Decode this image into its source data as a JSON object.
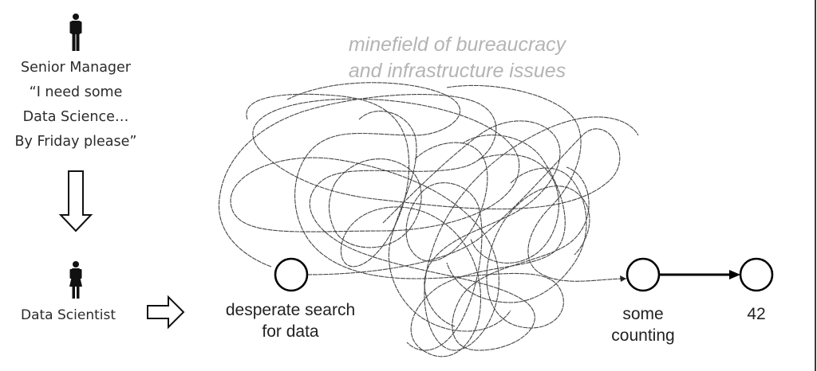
{
  "diagram": {
    "actors": {
      "senior_manager": {
        "icon": "male-person-icon",
        "title": "Senior Manager",
        "quote_lines": [
          "“I need some",
          "Data Science…",
          "By Friday please”"
        ]
      },
      "data_scientist": {
        "icon": "female-person-icon",
        "title": "Data Scientist"
      }
    },
    "arrows": {
      "manager_to_scientist": "down-arrow-icon",
      "scientist_to_process": "right-arrow-icon"
    },
    "caption": {
      "line1": "minefield of bureaucracy",
      "line2": "and infrastructure issues"
    },
    "nodes": [
      {
        "id": "search",
        "label_lines": [
          "desperate search",
          "for data"
        ]
      },
      {
        "id": "counting",
        "label_lines": [
          "some",
          "counting"
        ]
      },
      {
        "id": "answer",
        "label_lines": [
          "42"
        ]
      }
    ],
    "colors": {
      "text": "#2b2b2b",
      "caption": "#b4b4b4",
      "scribble": "#444444",
      "stroke": "#000000"
    }
  }
}
